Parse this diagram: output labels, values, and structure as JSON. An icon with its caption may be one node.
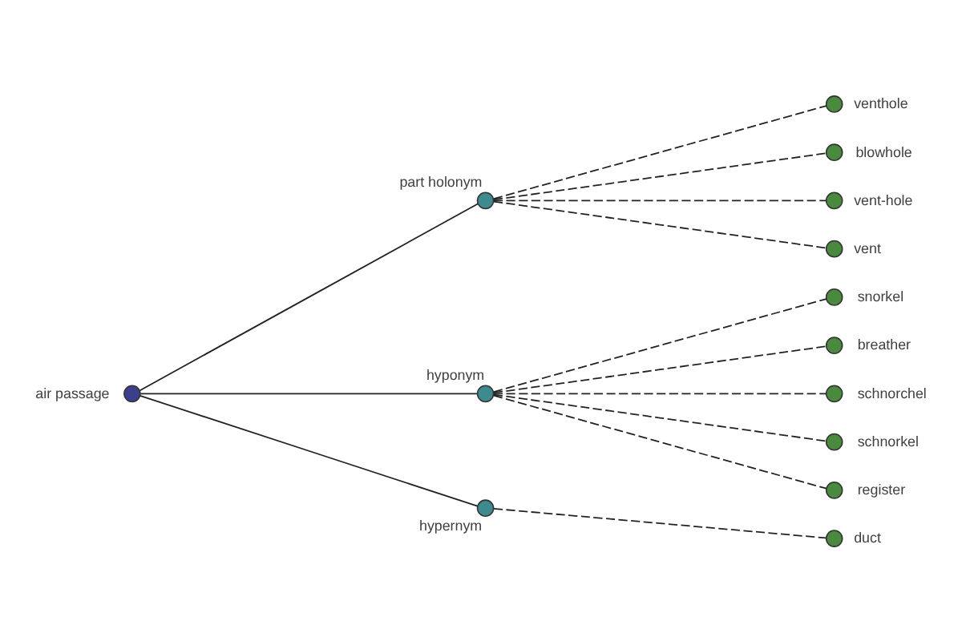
{
  "diagram": {
    "nodes": [
      {
        "text": [],
        "shape": "circle",
        "beside": [
          "venthole"
        ]
      },
      {
        "text": [],
        "shape": "circle",
        "beside": [
          "blowhole"
        ]
      },
      {
        "text": [],
        "shape": "circle",
        "beside": [
          "vent-hole"
        ]
      },
      {
        "text": [],
        "shape": "circle",
        "beside": [
          "snorkel"
        ]
      },
      {
        "text": [],
        "shape": "circle",
        "beside": [
          "breather"
        ]
      },
      {
        "text": [],
        "shape": "circle",
        "beside": [
          "part holonym"
        ]
      },
      {
        "text": [],
        "shape": "circle",
        "beside": [
          "vent"
        ]
      },
      {
        "text": [],
        "shape": "circle",
        "beside": [
          "schnorchel"
        ]
      },
      {
        "text": [],
        "shape": "circle",
        "beside": [
          "hyponym"
        ]
      },
      {
        "text": [],
        "shape": "circle",
        "beside": [
          "schnorkel"
        ]
      },
      {
        "text": [],
        "shape": "circle",
        "beside": [
          "air passage"
        ]
      },
      {
        "text": [],
        "shape": "circle",
        "beside": [
          "register"
        ]
      },
      {
        "text": [],
        "shape": "circle",
        "beside": [
          "hypernym"
        ]
      },
      {
        "text": [],
        "shape": "circle",
        "beside": [
          "duct"
        ]
      }
    ],
    "edges": [
      {
        "from": 10,
        "to": 5,
        "arrow": "none"
      },
      {
        "from": 10,
        "to": 8,
        "arrow": "none"
      },
      {
        "from": 10,
        "to": 12,
        "arrow": "none"
      },
      {
        "from": 5,
        "to": 0,
        "arrow": "none",
        "style": "dashed"
      },
      {
        "from": 5,
        "to": 1,
        "arrow": "none",
        "style": "dashed"
      },
      {
        "from": 5,
        "to": 2,
        "arrow": "none",
        "style": "dashed"
      },
      {
        "from": 5,
        "to": 6,
        "arrow": "none",
        "style": "dashed"
      },
      {
        "from": 8,
        "to": 4,
        "arrow": "none",
        "style": "dashed"
      },
      {
        "from": 8,
        "to": 3,
        "arrow": "none",
        "style": "dashed"
      },
      {
        "from": 8,
        "to": 7,
        "arrow": "none",
        "style": "dashed"
      },
      {
        "from": 8,
        "to": 9,
        "arrow": "none",
        "style": "dashed"
      },
      {
        "from": 8,
        "to": 11,
        "arrow": "none",
        "style": "dashed"
      },
      {
        "from": 12,
        "to": 13,
        "arrow": "none",
        "style": "dashed"
      }
    ]
  }
}
